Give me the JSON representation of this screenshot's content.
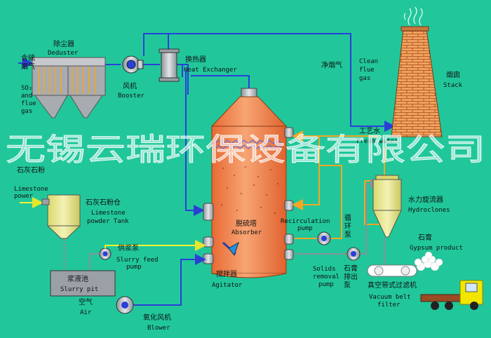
{
  "colors": {
    "background": "#21C79B",
    "flue_line": "#2B3FD6",
    "water_line": "#F5A623",
    "slurry_line": "#F2F233",
    "pipe_gray": "#9AA0A6",
    "absorber": "#F08A55",
    "stack": "#F09A5A"
  },
  "watermark": "无锡云瑞环保设备有限公司",
  "labels": {
    "flue_in_cn": [
      "含硫",
      "烟气"
    ],
    "flue_in_en": [
      "SO₂",
      "and",
      "flue",
      "gas"
    ],
    "deduster_cn": "除尘器",
    "deduster_en": "Deduster",
    "fan_cn": "风机",
    "fan_en": "Booster",
    "hx_cn": "换热器",
    "hx_en": "Heat Exchanger",
    "clean_cn": "净烟气",
    "clean_en": [
      "Clean",
      "flue",
      "gas"
    ],
    "stack_cn": "烟囱",
    "stack_en": "Stack",
    "fresh_cn": "工艺水",
    "fresh_en": "Fresh water",
    "hydro_cn": "水力旋流器",
    "hydro_en": "Hydroclones",
    "lime_cn": "石灰石粉",
    "lime_en": [
      "Limestone",
      "power"
    ],
    "tank_cn": "石灰石粉仓",
    "tank_en": [
      "Limestone",
      "powder Tank"
    ],
    "absorber_cn": "脱硫塔",
    "absorber_en": "Absorber",
    "recirc_en": [
      "Recirculation",
      "pump"
    ],
    "recirc_cn": [
      "循",
      "环",
      "泵"
    ],
    "gypsum_cn": "石膏",
    "gypsum_en": "Gypsum product",
    "feed_cn": "供浆泵",
    "feed_en": [
      "Slurry feed",
      "pump"
    ],
    "pit_cn": "浆液池",
    "pit_en": "Slurry pit",
    "agitator_cn": "搅拌器",
    "agitator_en": "Agitator",
    "solids_en": [
      "Solids",
      "removal",
      "pump"
    ],
    "solids_cn": [
      "石膏",
      "排出",
      "泵"
    ],
    "vbf_cn": "真空带式过滤机",
    "vbf_en": [
      "Vacuum belt",
      "filter"
    ],
    "air_cn": "空气",
    "air_en": "Air",
    "blower_cn": "氧化风机",
    "blower_en": "Blower"
  }
}
